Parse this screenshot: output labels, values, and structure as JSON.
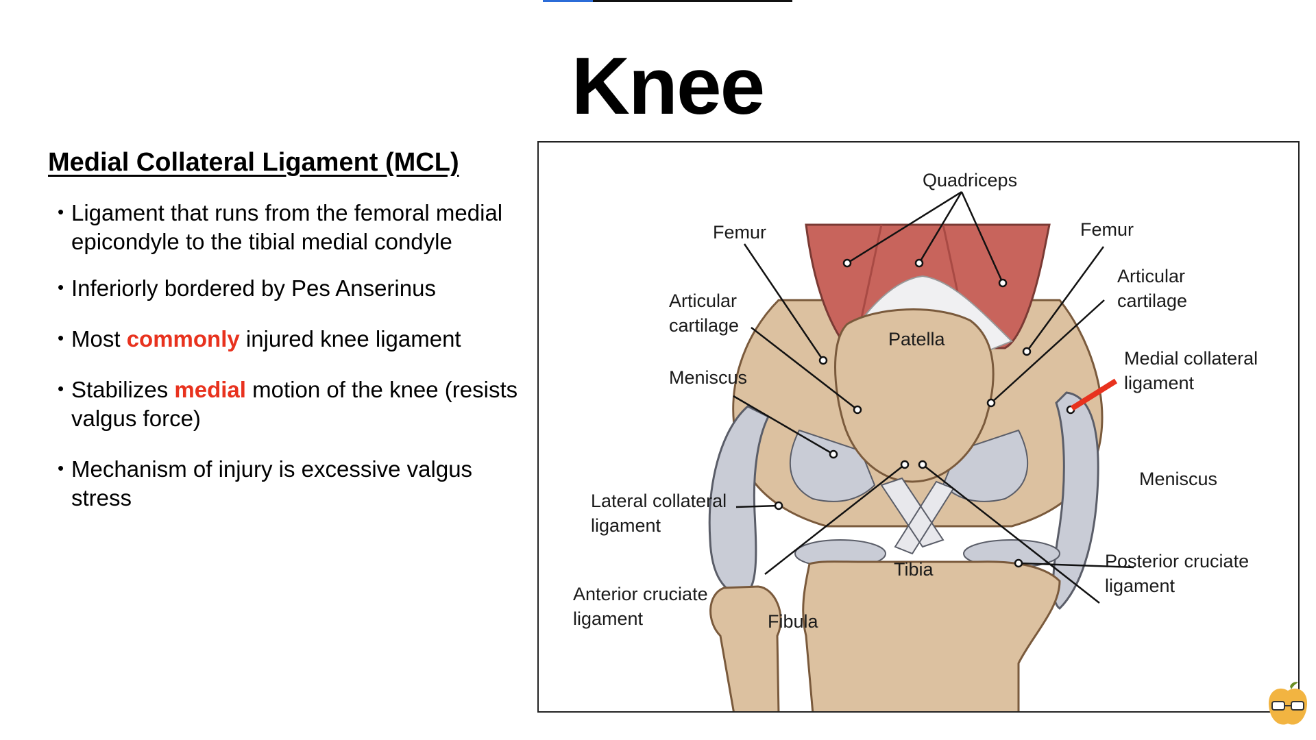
{
  "slide": {
    "title": "Knee",
    "heading": "Medial Collateral Ligament (MCL)",
    "bullets": [
      {
        "parts": [
          {
            "text": "Ligament that runs from the femoral medial epicondyle to the tibial medial condyle"
          }
        ]
      },
      {
        "parts": [
          {
            "text": "Inferiorly bordered by Pes Anserinus"
          }
        ]
      },
      {
        "parts": [
          {
            "text": "Most "
          },
          {
            "text": "commonly",
            "highlight": true
          },
          {
            "text": " injured knee ligament"
          }
        ]
      },
      {
        "parts": [
          {
            "text": "Stabilizes "
          },
          {
            "text": "medial",
            "highlight": true
          },
          {
            "text": " motion of the knee (resists valgus force)"
          }
        ]
      },
      {
        "parts": [
          {
            "text": "Mechanism of injury is excessive valgus stress"
          }
        ]
      }
    ],
    "highlight_color": "#e8321e"
  },
  "video": {
    "progress": 0.2
  },
  "diagram": {
    "labels": {
      "quadriceps": "Quadriceps",
      "femur_left": "Femur",
      "femur_right": "Femur",
      "articular_left": [
        "Articular",
        "cartilage"
      ],
      "articular_right": [
        "Articular",
        "cartilage"
      ],
      "patella": "Patella",
      "meniscus_left": "Meniscus",
      "meniscus_right": "Meniscus",
      "mcl": [
        "Medial collateral",
        "ligament"
      ],
      "lcl": [
        "Lateral collateral",
        "ligament"
      ],
      "acl": [
        "Anterior cruciate",
        "ligament"
      ],
      "pcl": [
        "Posterior cruciate",
        "ligament"
      ],
      "tibia": "Tibia",
      "fibula": "Fibula"
    },
    "colors": {
      "bone": "#dcc1a0",
      "bone_dark": "#b89672",
      "muscle": "#c8645c",
      "cartilage": "#c9ccd6",
      "pointer": "#e8321e"
    }
  },
  "icons": {
    "mascot": "apple-with-glasses-icon"
  }
}
